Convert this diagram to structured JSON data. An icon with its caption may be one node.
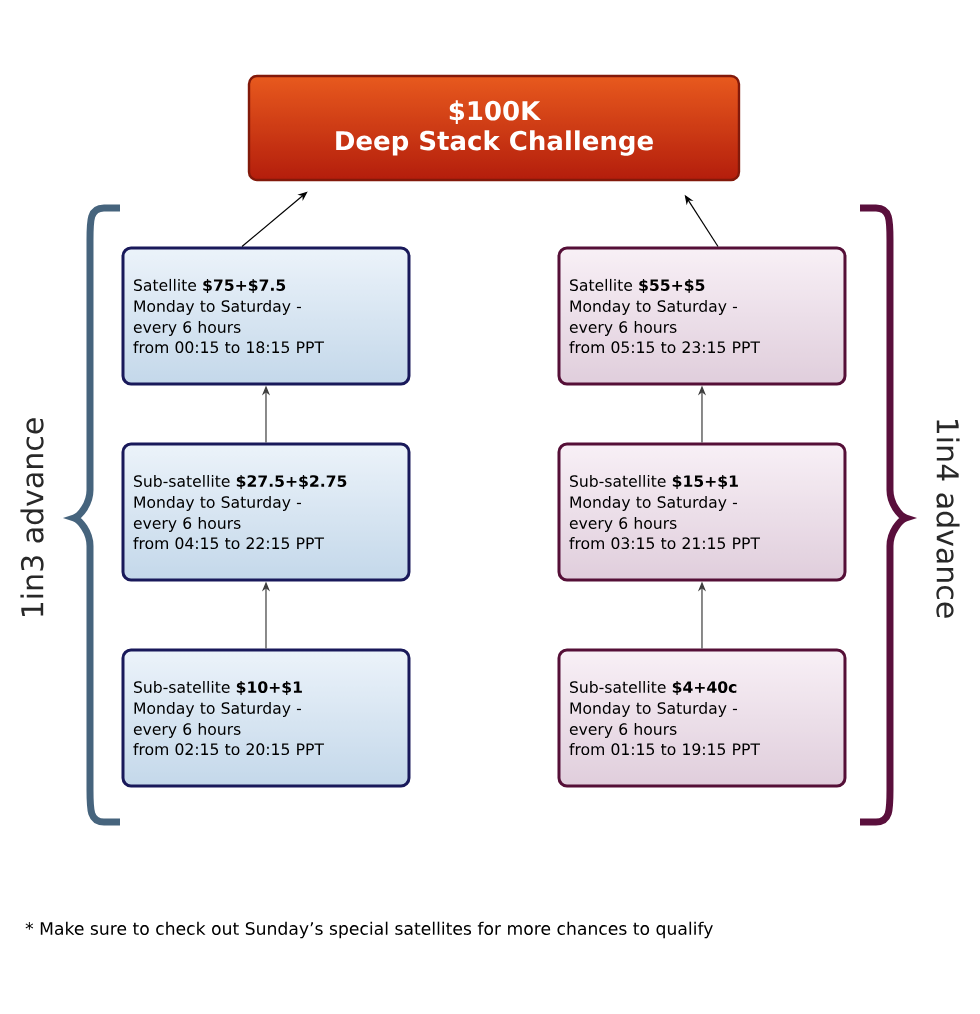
{
  "diagram": {
    "nodes": [
      {
        "text": [
          "$100K",
          "Deep Stack Challenge"
        ]
      },
      {
        "text": [
          "Satellite **$75+$7.5**",
          "Monday to Saturday - every 6 hours",
          "from 00:15 to 18:15 PPT"
        ]
      },
      {
        "text": [
          "Satellite **$55+$5**",
          "Monday to Saturday - every 6 hours",
          "from 05:15 to 23:15 PPT"
        ]
      },
      {
        "text": [
          "Sub-satellite **$27.5+$2.75**",
          "Monday to Saturday - every 6 hours",
          "from 04:15 to 22:15 PPT"
        ]
      },
      {
        "text": [
          "Sub-satellite **$15+$1**",
          "Monday to Saturday - every 6 hours",
          "from 03:15 to 21:15 PPT"
        ]
      },
      {
        "text": [
          "Sub-satellite **$10+$1**",
          "Monday to Saturday - every 6 hours",
          "from 02:15 to 20:15 PPT"
        ]
      },
      {
        "text": [
          "Sub-satellite **$4+40c**",
          "Monday to Saturday - every 6 hours",
          "from 01:15 to 19:15 PPT"
        ]
      }
    ],
    "edges": [
      {
        "from": 1,
        "to": 0,
        "arrow": "to"
      },
      {
        "from": 2,
        "to": 0,
        "arrow": "to"
      },
      {
        "from": 3,
        "to": 1,
        "arrow": "to"
      },
      {
        "from": 4,
        "to": 2,
        "arrow": "to"
      },
      {
        "from": 5,
        "to": 3,
        "arrow": "to"
      },
      {
        "from": 6,
        "to": 4,
        "arrow": "to"
      }
    ],
    "labels": [
      "1in3 advance",
      "1in4 advance",
      "* Make sure to check out Sunday’s special satellites for more chances to qualify"
    ]
  }
}
